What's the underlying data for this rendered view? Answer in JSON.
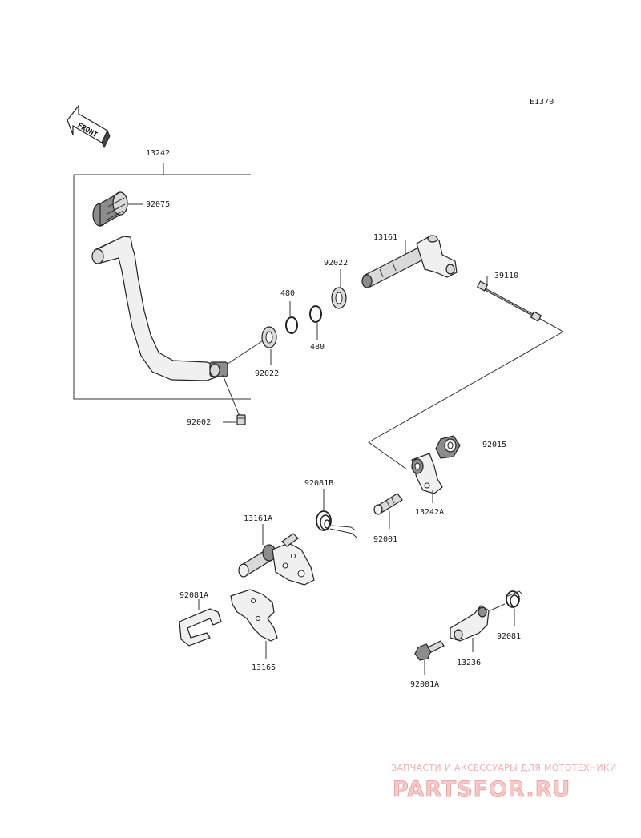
{
  "diagram_code": "E1370",
  "front_arrow": "FRONT",
  "labels": {
    "p13242": "13242",
    "p92075": "92075",
    "p13161": "13161",
    "p92022_top": "92022",
    "p39110": "39110",
    "p480_top": "480",
    "p480_bottom": "480",
    "p92022_bottom": "92022",
    "p92002": "92002",
    "p92015": "92015",
    "p92081B": "92081B",
    "p13161A": "13161A",
    "p13242A": "13242A",
    "p92001": "92001",
    "p92081A": "92081A",
    "p13165": "13165",
    "p92081": "92081",
    "p13236": "13236",
    "p92001A": "92001A"
  },
  "watermark": {
    "tagline": "ЗАПЧАСТИ И АКСЕССУАРЫ ДЛЯ МОТОТЕХНИКИ",
    "site": "PARTSFOR.RU"
  }
}
